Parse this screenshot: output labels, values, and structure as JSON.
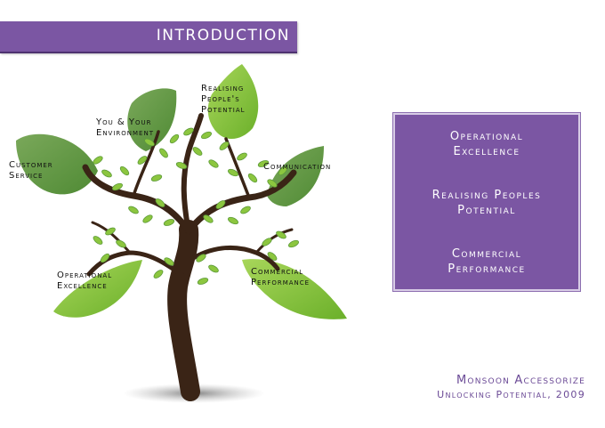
{
  "header": {
    "title": "Introduction"
  },
  "tree": {
    "leaves": [
      {
        "id": "customer-service",
        "label_lines": [
          "Customer",
          "Service"
        ]
      },
      {
        "id": "you-and-your-environment",
        "label_lines": [
          "You & Your",
          "Environment"
        ]
      },
      {
        "id": "realising-peoples-potential",
        "label_lines": [
          "Realising",
          "People's",
          "Potential"
        ]
      },
      {
        "id": "communication",
        "label_lines": [
          "Communication"
        ]
      },
      {
        "id": "operational-excellence",
        "label_lines": [
          "Operational",
          "Excellence"
        ]
      },
      {
        "id": "commercial-performance",
        "label_lines": [
          "Commercial",
          "Performance"
        ]
      }
    ]
  },
  "panel": {
    "items": [
      {
        "line1": "Operational",
        "line2": "Excellence"
      },
      {
        "line1": "Realising Peoples",
        "line2": "Potential"
      },
      {
        "line1": "Commercial",
        "line2": "Performance"
      }
    ]
  },
  "footer": {
    "line1": "Monsoon Accessorize",
    "line2": "Unlocking Potential, 2009"
  },
  "colors": {
    "accent_purple": "#7b56a3",
    "leaf_green_light": "#8cc63f",
    "leaf_green_dark": "#5e9b3a",
    "trunk_brown": "#3a2416"
  }
}
